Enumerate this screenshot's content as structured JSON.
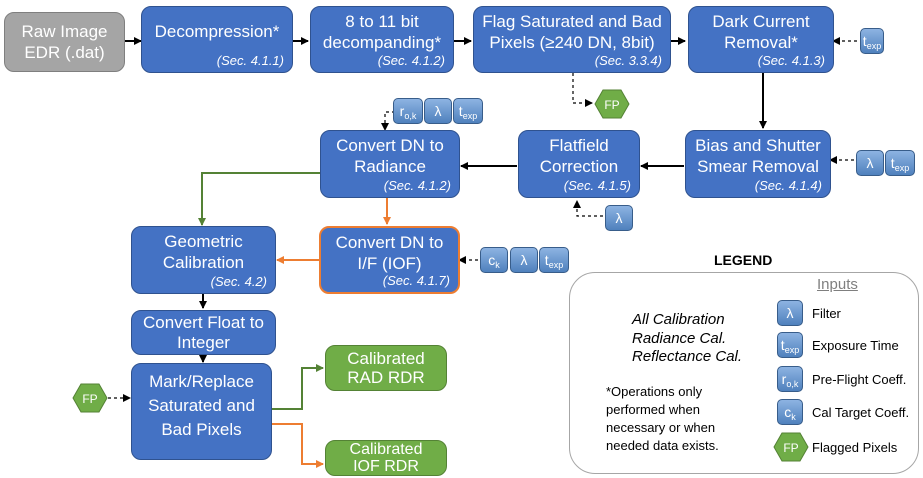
{
  "boxes": {
    "raw": {
      "title": "Raw Image\nEDR (.dat)"
    },
    "decomp": {
      "title": "Decompression*",
      "sec": "(Sec. 4.1.1)"
    },
    "decompand": {
      "title": "8 to 11 bit\ndecompanding*",
      "sec": "(Sec. 4.1.2)"
    },
    "flag": {
      "title": "Flag Saturated and Bad\nPixels (≥240 DN, 8bit)",
      "sec": "(Sec. 3.3.4)"
    },
    "dark": {
      "title": "Dark Current\nRemoval*",
      "sec": "(Sec. 4.1.3)"
    },
    "bias": {
      "title": "Bias and Shutter\nSmear Removal",
      "sec": "(Sec. 4.1.4)"
    },
    "flat": {
      "title": "Flatfield\nCorrection",
      "sec": "(Sec. 4.1.5)"
    },
    "rad": {
      "title": "Convert DN to\nRadiance",
      "sec": "(Sec. 4.1.2)"
    },
    "iof": {
      "title": "Convert DN to\nI/F (IOF)",
      "sec": "(Sec. 4.1.7)"
    },
    "geo": {
      "title": "Geometric\nCalibration",
      "sec": "(Sec. 4.2)"
    },
    "float": {
      "title": "Convert Float to\nInteger"
    },
    "mark": {
      "title": "Mark/Replace\nSaturated and\nBad Pixels"
    },
    "radrdr": {
      "title": "Calibrated\nRAD RDR"
    },
    "iofrdr": {
      "title": "Calibrated\nIOF RDR"
    }
  },
  "chips": {
    "texp": "t",
    "texp_sub": "exp",
    "lambda": "λ",
    "r": "r",
    "r_sub": "o,k",
    "c": "c",
    "c_sub": "k"
  },
  "fp_label": "FP",
  "legend": {
    "title": "LEGEND",
    "inputs_heading": "Inputs",
    "lines": [
      "All Calibration",
      "Radiance Cal.",
      "Reflectance Cal."
    ],
    "items": [
      "Filter",
      "Exposure Time",
      "Pre-Flight Coeff.",
      "Cal Target Coeff.",
      "Flagged Pixels"
    ],
    "note": "*Operations only performed when necessary or when needed data exists."
  },
  "colors": {
    "box_blue": "#4472c4",
    "box_gray": "#a5a5a5",
    "box_green": "#70ad47",
    "radiance_arrow": "#548235",
    "reflectance_arrow": "#ed7d31",
    "all_arrow": "#000000"
  }
}
